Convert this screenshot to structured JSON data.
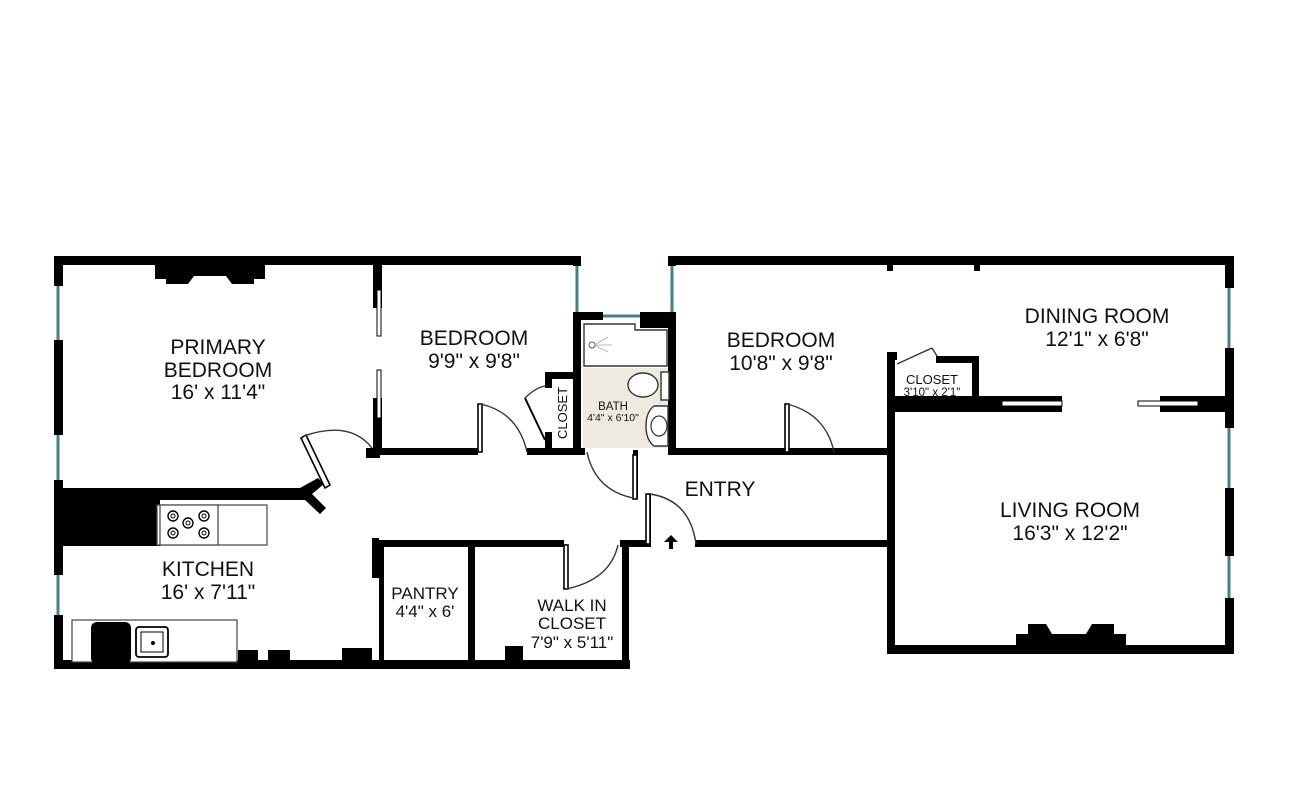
{
  "floorplan": {
    "rooms": [
      {
        "id": "primary-bedroom",
        "name_line1": "PRIMARY",
        "name_line2": "BEDROOM",
        "dims": "16' x 11'4\""
      },
      {
        "id": "bedroom-1",
        "name": "BEDROOM",
        "dims": "9'9\" x 9'8\""
      },
      {
        "id": "bedroom-closet",
        "name": "CLOSET"
      },
      {
        "id": "bath",
        "name": "BATH",
        "dims": "4'4\" x 6'10\""
      },
      {
        "id": "bedroom-2",
        "name": "BEDROOM",
        "dims": "10'8\" x 9'8\""
      },
      {
        "id": "hall-closet",
        "name": "CLOSET",
        "dims": "3'10\" x 2'1\""
      },
      {
        "id": "dining-room",
        "name": "DINING ROOM",
        "dims": "12'1\" x 6'8\""
      },
      {
        "id": "entry",
        "name": "ENTRY"
      },
      {
        "id": "living-room",
        "name": "LIVING ROOM",
        "dims": "16'3\" x 12'2\""
      },
      {
        "id": "kitchen",
        "name": "KITCHEN",
        "dims": "16' x 7'11\""
      },
      {
        "id": "pantry",
        "name": "PANTRY",
        "dims": "4'4\" x 6'"
      },
      {
        "id": "walk-in-closet",
        "name_line1": "WALK IN",
        "name_line2": "CLOSET",
        "dims": "7'9\" x 5'11\""
      }
    ],
    "icons": {
      "entry_arrow": "arrow-up-icon",
      "stove": "stove-icon",
      "sink": "sink-icon",
      "toilet": "toilet-icon",
      "shower": "shower-icon",
      "fireplace": "fireplace-icon"
    },
    "colors": {
      "wall": "#000000",
      "window": "#4a7f86",
      "bath_tile": "#efeadf",
      "background": "#ffffff"
    }
  }
}
